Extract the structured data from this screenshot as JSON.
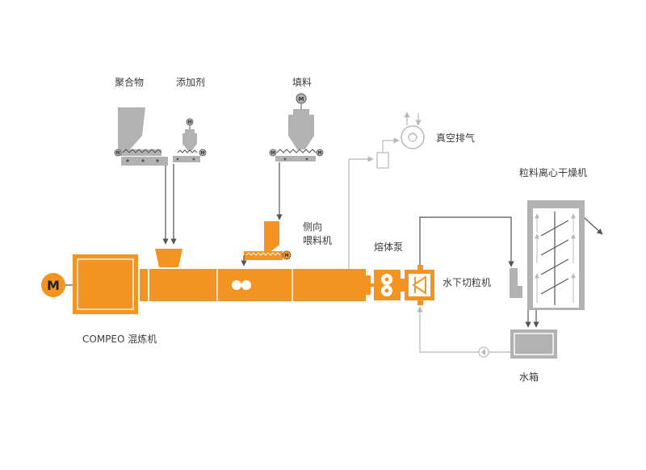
{
  "labels": {
    "polymer": "聚合物",
    "additive": "添加剂",
    "filler": "填料",
    "vacuum_vent": "真空排气",
    "centrifugal_dryer": "粒料离心干燥机",
    "side_feeder_line1": "侧向",
    "side_feeder_line2": "喂料机",
    "melt_pump": "熔体泵",
    "underwater_pelletizer": "水下切粒机",
    "compounder": "COMPEO 混炼机",
    "water_tank": "水箱"
  },
  "motor_symbol": "M",
  "colors": {
    "orange": "#f39422",
    "gray_equipment": "#b2b2b2",
    "dark_line": "#555555",
    "light_line": "#b8b8b8",
    "text": "#3c3c3c"
  }
}
